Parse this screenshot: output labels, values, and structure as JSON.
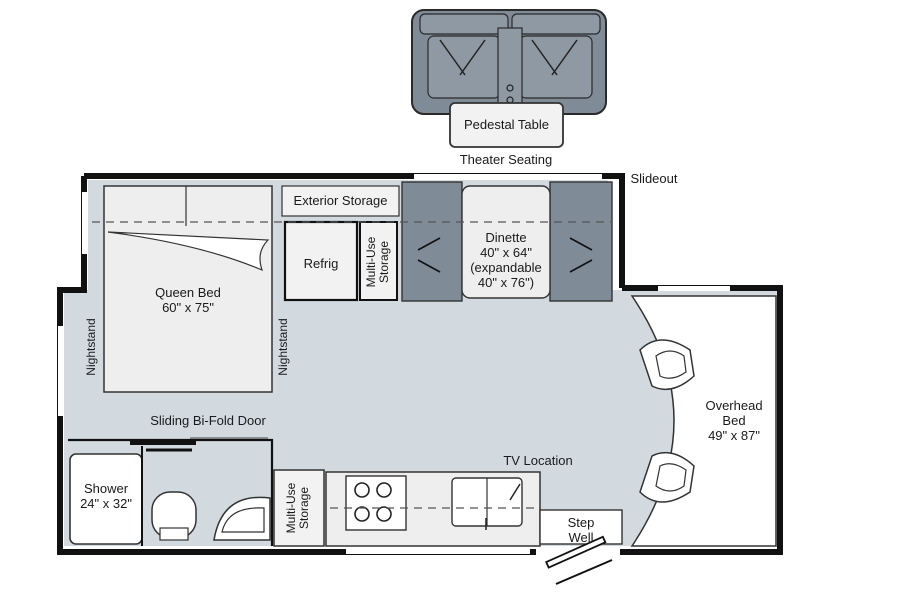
{
  "labels": {
    "pedestal_table": "Pedestal Table",
    "theater_seating": "Theater Seating",
    "slideout": "Slideout",
    "exterior_storage": "Exterior Storage",
    "refrig": "Refrig",
    "multi_use_storage_top": "Multi-Use\nStorage",
    "dinette": "Dinette\n40\" x 64\"\n(expandable\n40\" x 76\")",
    "queen_bed": "Queen Bed\n60\" x 75\"",
    "nightstand_left": "Nightstand",
    "nightstand_right": "Nightstand",
    "sliding_door": "Sliding Bi-Fold Door",
    "shower": "Shower\n24\" x 32\"",
    "multi_use_storage_bottom": "Multi-Use\nStorage",
    "tv_location": "TV Location",
    "overhead_bed": "Overhead\nBed\n49\" x 87\"",
    "step_well": "Step\nWell"
  },
  "colors": {
    "wall": "#111111",
    "floor": "#d2dadf",
    "bed": "#eeeeee",
    "seat": "#7f8b96",
    "seat_light": "#c9d0d6",
    "fixture": "#f2f2f2"
  }
}
